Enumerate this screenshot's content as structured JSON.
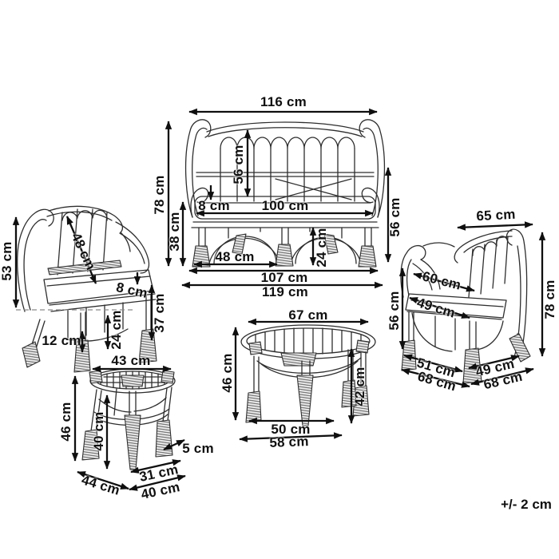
{
  "tolerance_note": "+/- 2 cm",
  "sofa": {
    "width_top": "116 cm",
    "back_height": "56 cm",
    "height_total": "78 cm",
    "cushion_thickness": "8 cm",
    "seat_width": "100 cm",
    "seat_height": "38 cm",
    "side_height": "56 cm",
    "leg_spacing": "48 cm",
    "leg_height": "24 cm",
    "base_width": "107 cm",
    "width_total": "119 cm"
  },
  "armchair_left": {
    "height_total": "53 cm",
    "back_depth": "48 cm",
    "cushion_thickness": "8 cm",
    "seat_height": "37 cm",
    "leg_height": "24 cm",
    "foot_height": "12 cm"
  },
  "armchair_right": {
    "depth_top": "65 cm",
    "back_width": "60 cm",
    "seat_width": "49 cm",
    "side_height": "56 cm",
    "height_total": "78 cm",
    "base_side_inner": "51 cm",
    "base_side_outer": "68 cm",
    "base_front_inner": "49 cm",
    "base_front_outer": "68 cm"
  },
  "coffee_table": {
    "top_diameter": "67 cm",
    "height_total": "46 cm",
    "leg_height": "42 cm",
    "base_inner": "50 cm",
    "base_outer": "58 cm"
  },
  "stool": {
    "top_diameter": "43 cm",
    "height_total": "46 cm",
    "inner_height": "40 cm",
    "leg_thickness": "5 cm",
    "base_side": "44 cm",
    "base_front_inner": "31 cm",
    "base_front_outer": "40 cm"
  }
}
